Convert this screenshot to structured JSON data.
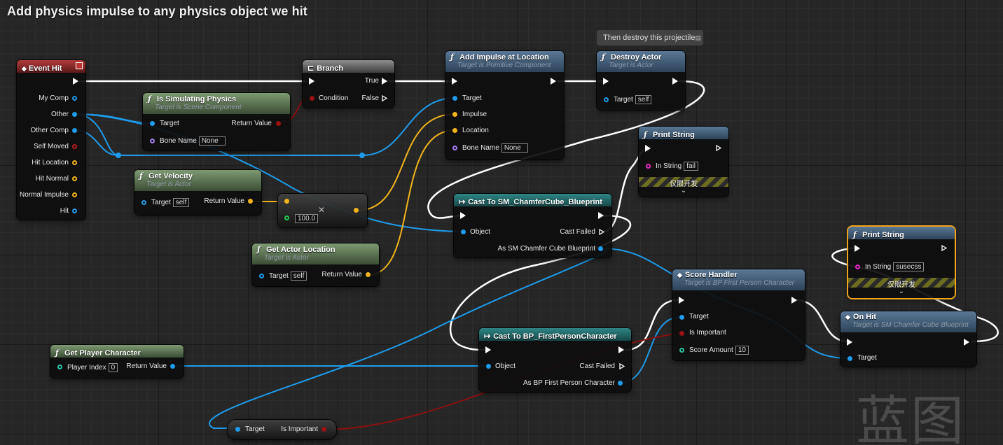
{
  "title": "Add physics impulse to any physics object we hit",
  "comment": "Then destroy this projectile",
  "watermark": "蓝图",
  "icons": {
    "function": "ƒ",
    "branch": "⊏",
    "event": "◆",
    "cast": "↦"
  },
  "colors": {
    "exec": "#ffffff",
    "object": "#1e9bea",
    "vector": "#f2b41d",
    "bool": "#9a1212",
    "float": "#1fc64f",
    "string": "#e627c8",
    "name": "#a47ef0",
    "int": "#27c2a2",
    "selected": "#f2a41d"
  },
  "nodes": {
    "event_hit": {
      "title": "Event Hit",
      "pins": [
        "My Comp",
        "Other",
        "Other Comp",
        "Self Moved",
        "Hit Location",
        "Hit Normal",
        "Normal Impulse",
        "Hit"
      ]
    },
    "is_simulating": {
      "title": "Is Simulating Physics",
      "subtitle": "Target is Scene Component",
      "target": "Target",
      "bone_name": "Bone Name",
      "bone_value": "None",
      "return_value": "Return Value"
    },
    "branch": {
      "title": "Branch",
      "condition": "Condition",
      "true_label": "True",
      "false_label": "False"
    },
    "add_impulse": {
      "title": "Add Impulse at Location",
      "subtitle": "Target is Primitive Component",
      "target": "Target",
      "impulse": "Impulse",
      "location": "Location",
      "bone_name": "Bone Name",
      "bone_value": "None"
    },
    "destroy_actor": {
      "title": "Destroy Actor",
      "subtitle": "Target is Actor",
      "target": "Target",
      "target_value": "self"
    },
    "print_string_1": {
      "title": "Print String",
      "in_string": "In String",
      "in_value": "fail",
      "dev_only": "仅限开发"
    },
    "print_string_2": {
      "title": "Print String",
      "in_string": "In String",
      "in_value": "susecss",
      "dev_only": "仅限开发"
    },
    "get_velocity": {
      "title": "Get Velocity",
      "subtitle": "Target is Actor",
      "target": "Target",
      "target_value": "self",
      "return_value": "Return Value"
    },
    "multiply": {
      "value": "100.0",
      "op": "✕"
    },
    "get_actor_location": {
      "title": "Get Actor Location",
      "subtitle": "Target is Actor",
      "target": "Target",
      "target_value": "self",
      "return_value": "Return Value"
    },
    "cast_chamfer": {
      "title": "Cast To SM_ChamferCube_Blueprint",
      "object": "Object",
      "cast_failed": "Cast Failed",
      "as_label": "As SM Chamfer Cube Blueprint"
    },
    "score_handler": {
      "title": "Score Handler",
      "subtitle": "Target is BP First Person Character",
      "target": "Target",
      "is_important": "Is Important",
      "score_amount": "Score Amount",
      "score_value": "10"
    },
    "on_hit": {
      "title": "On Hit",
      "subtitle": "Target is SM Chamfer Cube Blueprint",
      "target": "Target"
    },
    "get_player_character": {
      "title": "Get Player Character",
      "player_index": "Player Index",
      "player_index_value": "0",
      "return_value": "Return Value"
    },
    "cast_fpc": {
      "title": "Cast To BP_FirstPersonCharacter",
      "object": "Object",
      "cast_failed": "Cast Failed",
      "as_label": "As BP First Person Character"
    },
    "is_important_getter": {
      "target": "Target",
      "is_important": "Is Important"
    }
  }
}
